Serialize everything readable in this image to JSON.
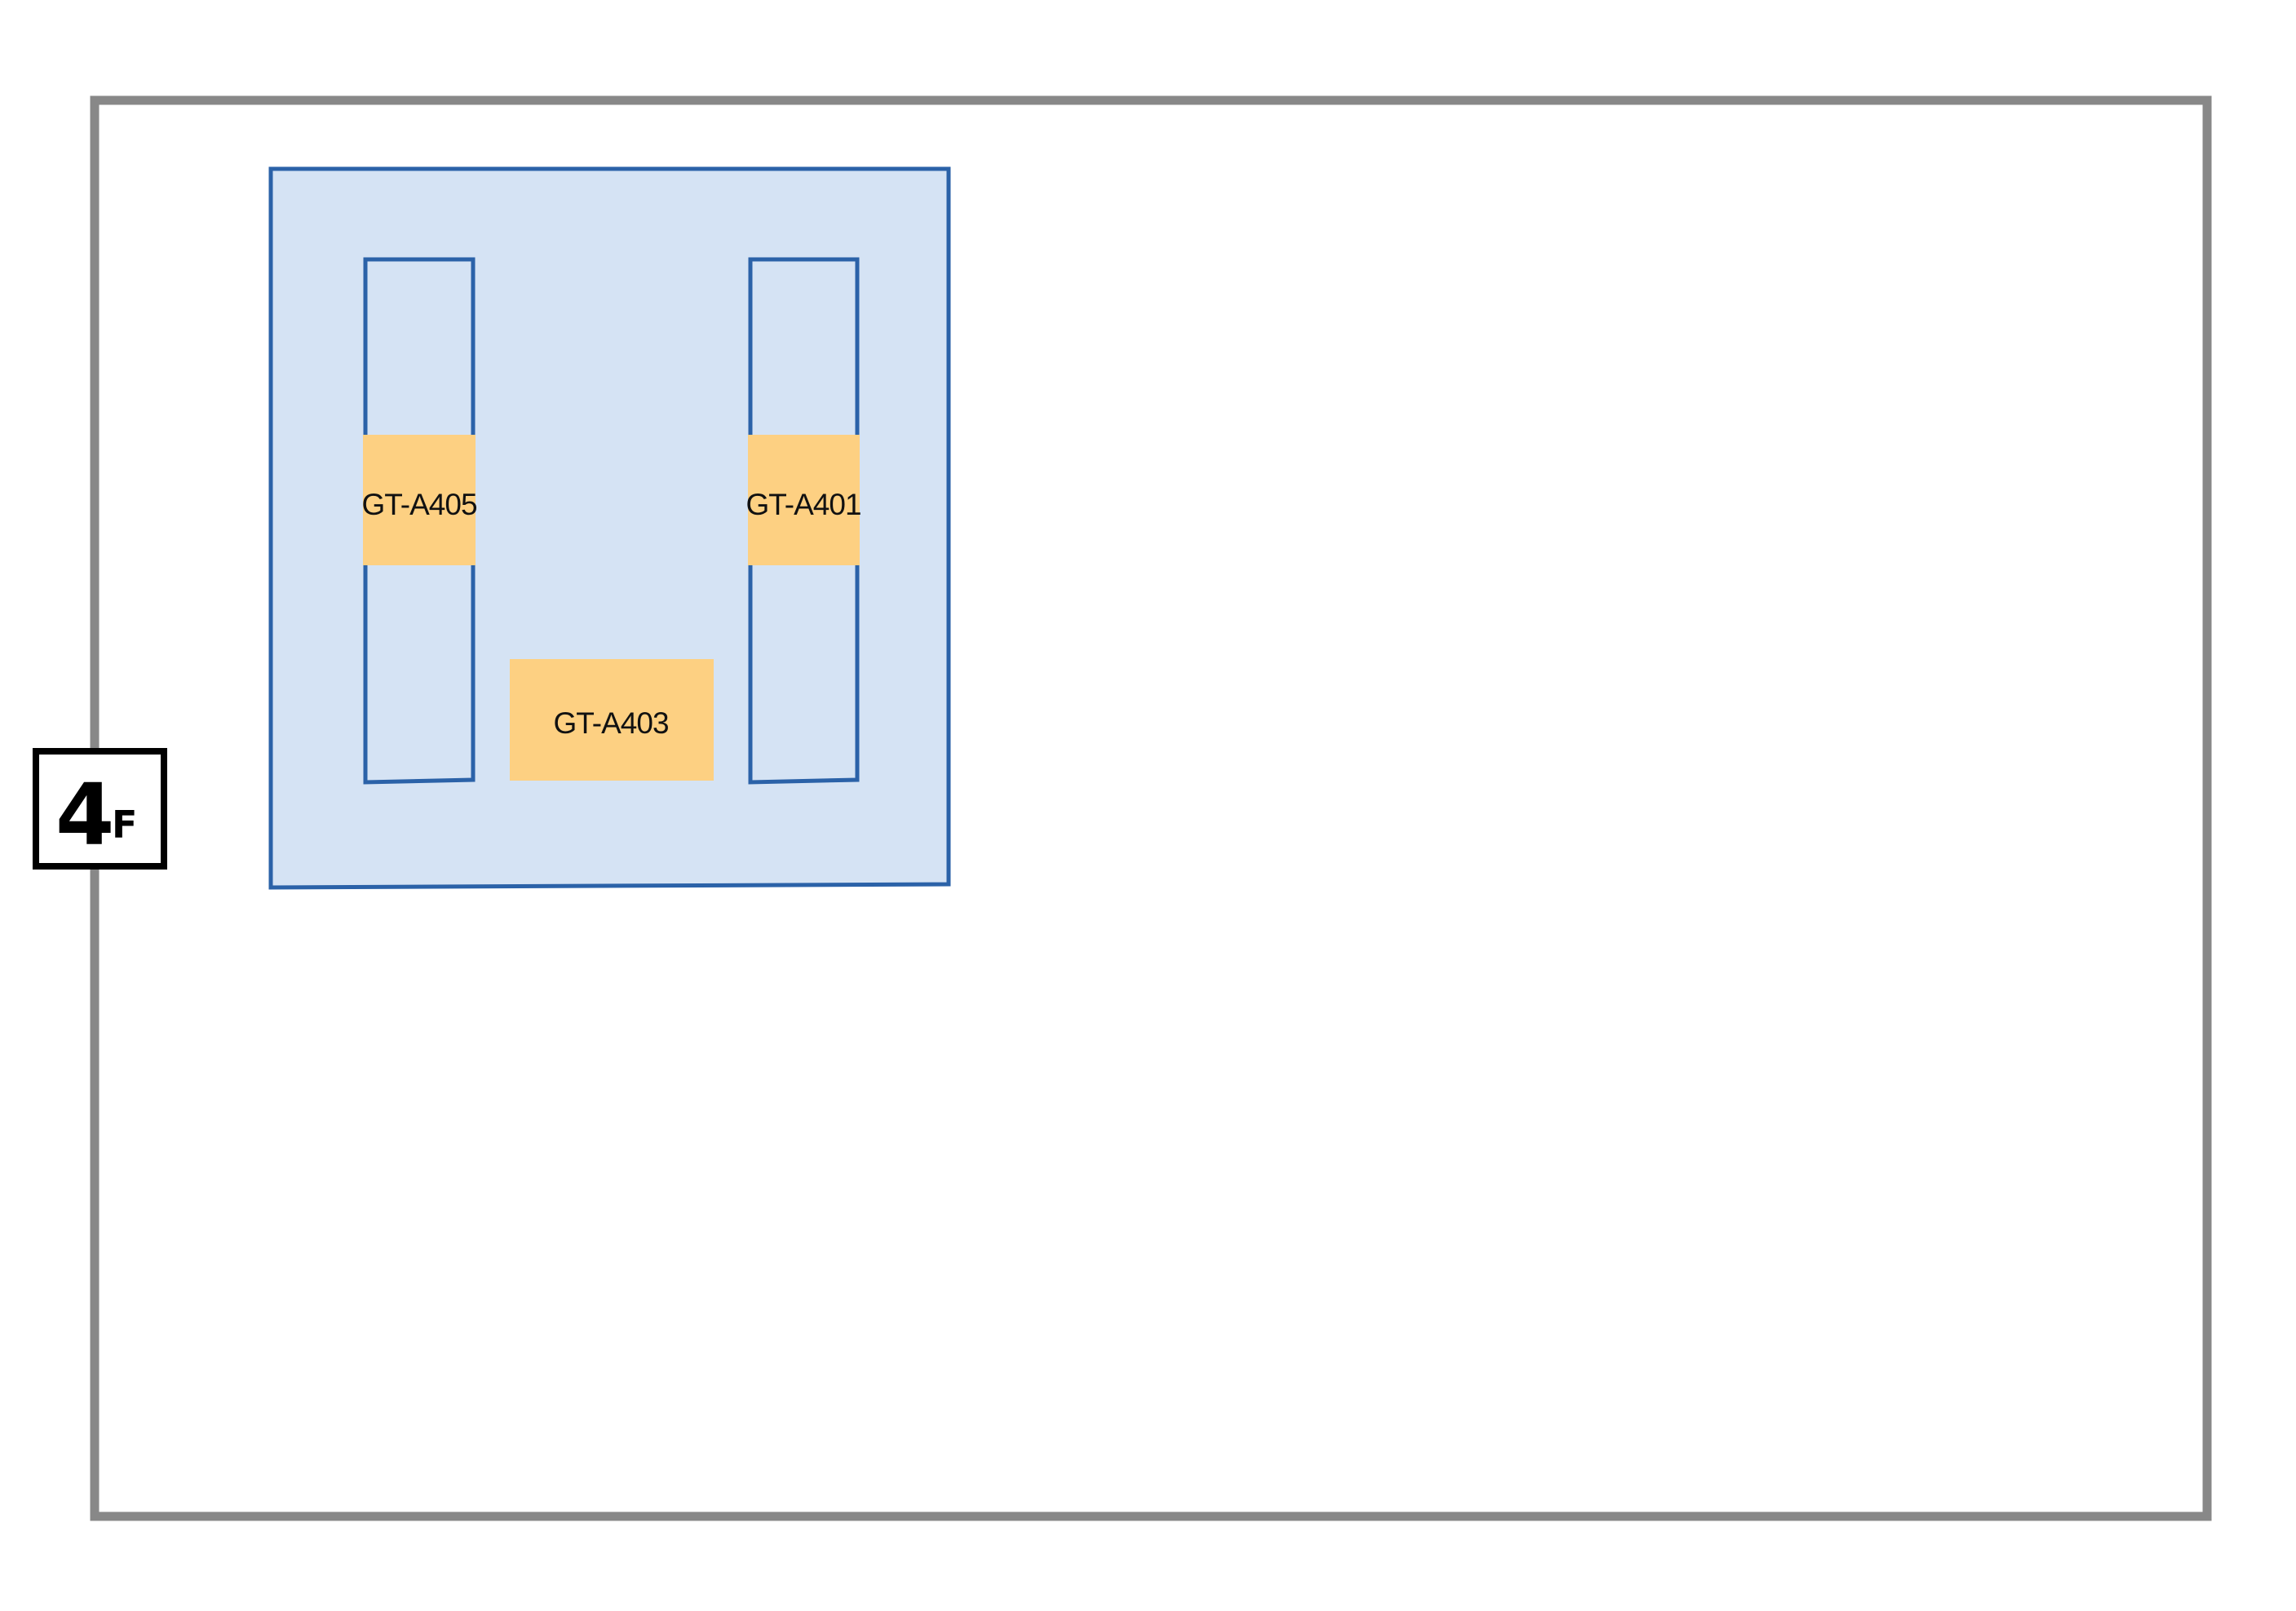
{
  "floor": {
    "number": "4",
    "suffix": "F"
  },
  "rooms": [
    {
      "id": "a405",
      "label": "GT-A405"
    },
    {
      "id": "a401",
      "label": "GT-A401"
    },
    {
      "id": "a403",
      "label": "GT-A403"
    }
  ],
  "colors": {
    "building_outline": "#888888",
    "zone_fill": "#d5e3f4",
    "zone_stroke": "#2b62a8",
    "room_fill": "#fdd082",
    "badge_stroke": "#000000"
  }
}
